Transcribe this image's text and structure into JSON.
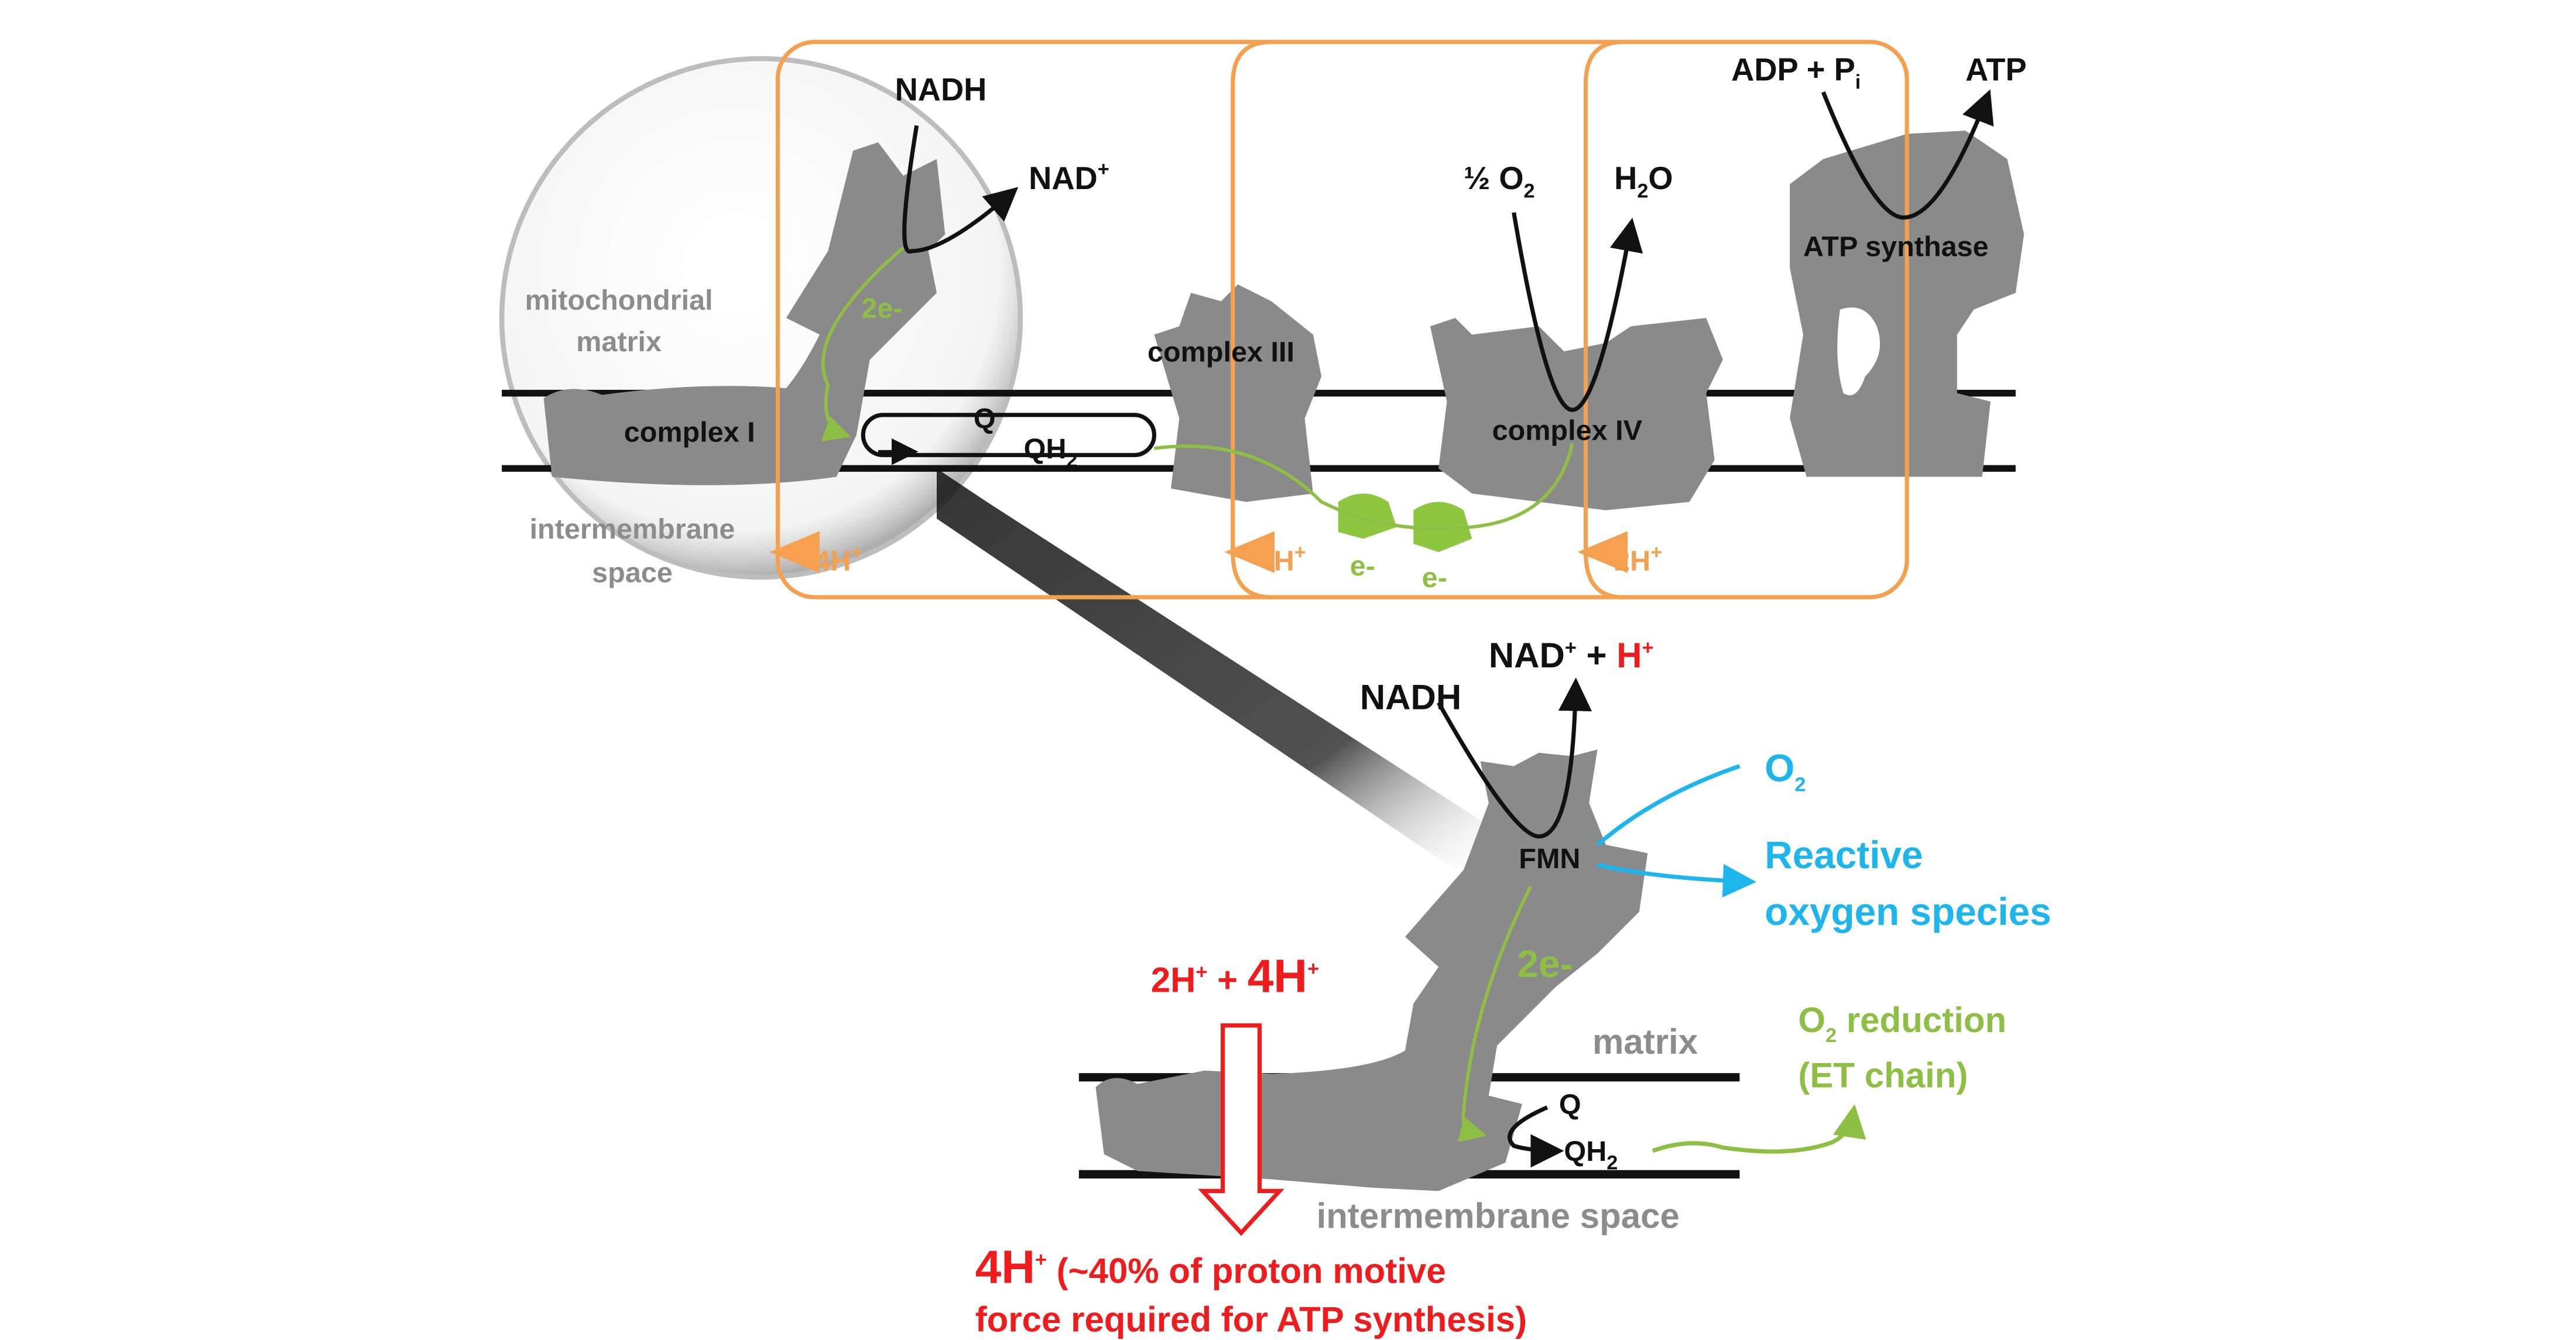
{
  "colors": {
    "orange": "#f5a04e",
    "green": "#8dbf45",
    "cyan": "#1eb4ec",
    "red": "#ee1c1c",
    "protein": "#8a8a8a",
    "label_gray": "#8c8c8c"
  },
  "top": {
    "nadh": "NADH",
    "nad_plus": "NAD",
    "plus_sup": "+",
    "mitochondrial_matrix": [
      "mitochondrial",
      "matrix"
    ],
    "intermembrane_space": [
      "intermembrane",
      "space"
    ],
    "two_e": "2e-",
    "complex1": "complex I",
    "q": "Q",
    "qh": "QH",
    "sub2": "2",
    "complex3": "complex III",
    "half_o": "½ O",
    "h": "H",
    "o": "O",
    "complex4": "complex IV",
    "adp_pi": "ADP + P",
    "sub_i": "i",
    "atp": "ATP",
    "atp_synthase": "ATP synthase",
    "h_4a": "4H",
    "h_4b": "4H",
    "h_2": "2H",
    "e1": "e-",
    "e2": "e-"
  },
  "bottom": {
    "nad_plus_h": "NAD",
    "plus_sign": " + ",
    "h_plus": "H",
    "nadh": "NADH",
    "o2": "O",
    "ros": [
      "Reactive",
      "oxygen species"
    ],
    "fmn": "FMN",
    "two_e": "2e-",
    "protons_in": [
      "2H",
      "+",
      "4H"
    ],
    "matrix": "matrix",
    "o2_reduction": " reduction",
    "et_chain": "(ET chain)",
    "q": "Q",
    "qh": "QH",
    "intermembrane_space": "intermembrane space",
    "protons_out": "4H",
    "pmf_line1": "(~40% of proton motive",
    "pmf_line2": "force required for ATP synthesis)"
  }
}
